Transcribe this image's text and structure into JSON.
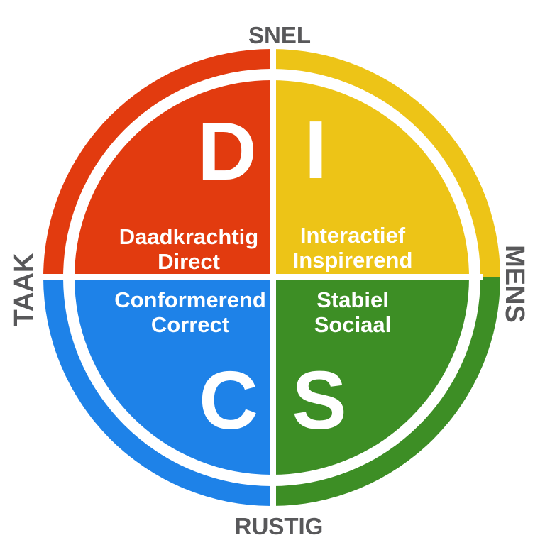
{
  "diagram": {
    "type": "DISC quadrant model",
    "language": "Dutch",
    "background_color": "#ffffff",
    "divider_color": "#ffffff",
    "axis_label_color": "#58585a",
    "quadrant_text_color": "#ffffff",
    "axis_labels": {
      "top": "SNEL",
      "bottom": "RUSTIG",
      "left": "TAAK",
      "right": "MENS"
    },
    "quadrants": {
      "top_left": {
        "position": "top-left",
        "letter": "D",
        "trait_line1": "Daadkrachtig",
        "trait_line2": "Direct",
        "color": "#e23b0f"
      },
      "top_right": {
        "position": "top-right",
        "letter": "I",
        "trait_line1": "Interactief",
        "trait_line2": "Inspirerend",
        "color": "#edc417"
      },
      "bottom_left": {
        "position": "bottom-left",
        "letter": "C",
        "trait_line1": "Conformerend",
        "trait_line2": "Correct",
        "color": "#1e82e8"
      },
      "bottom_right": {
        "position": "bottom-right",
        "letter": "S",
        "trait_line1": "Stabiel",
        "trait_line2": "Sociaal",
        "color": "#3d8e25"
      }
    }
  }
}
